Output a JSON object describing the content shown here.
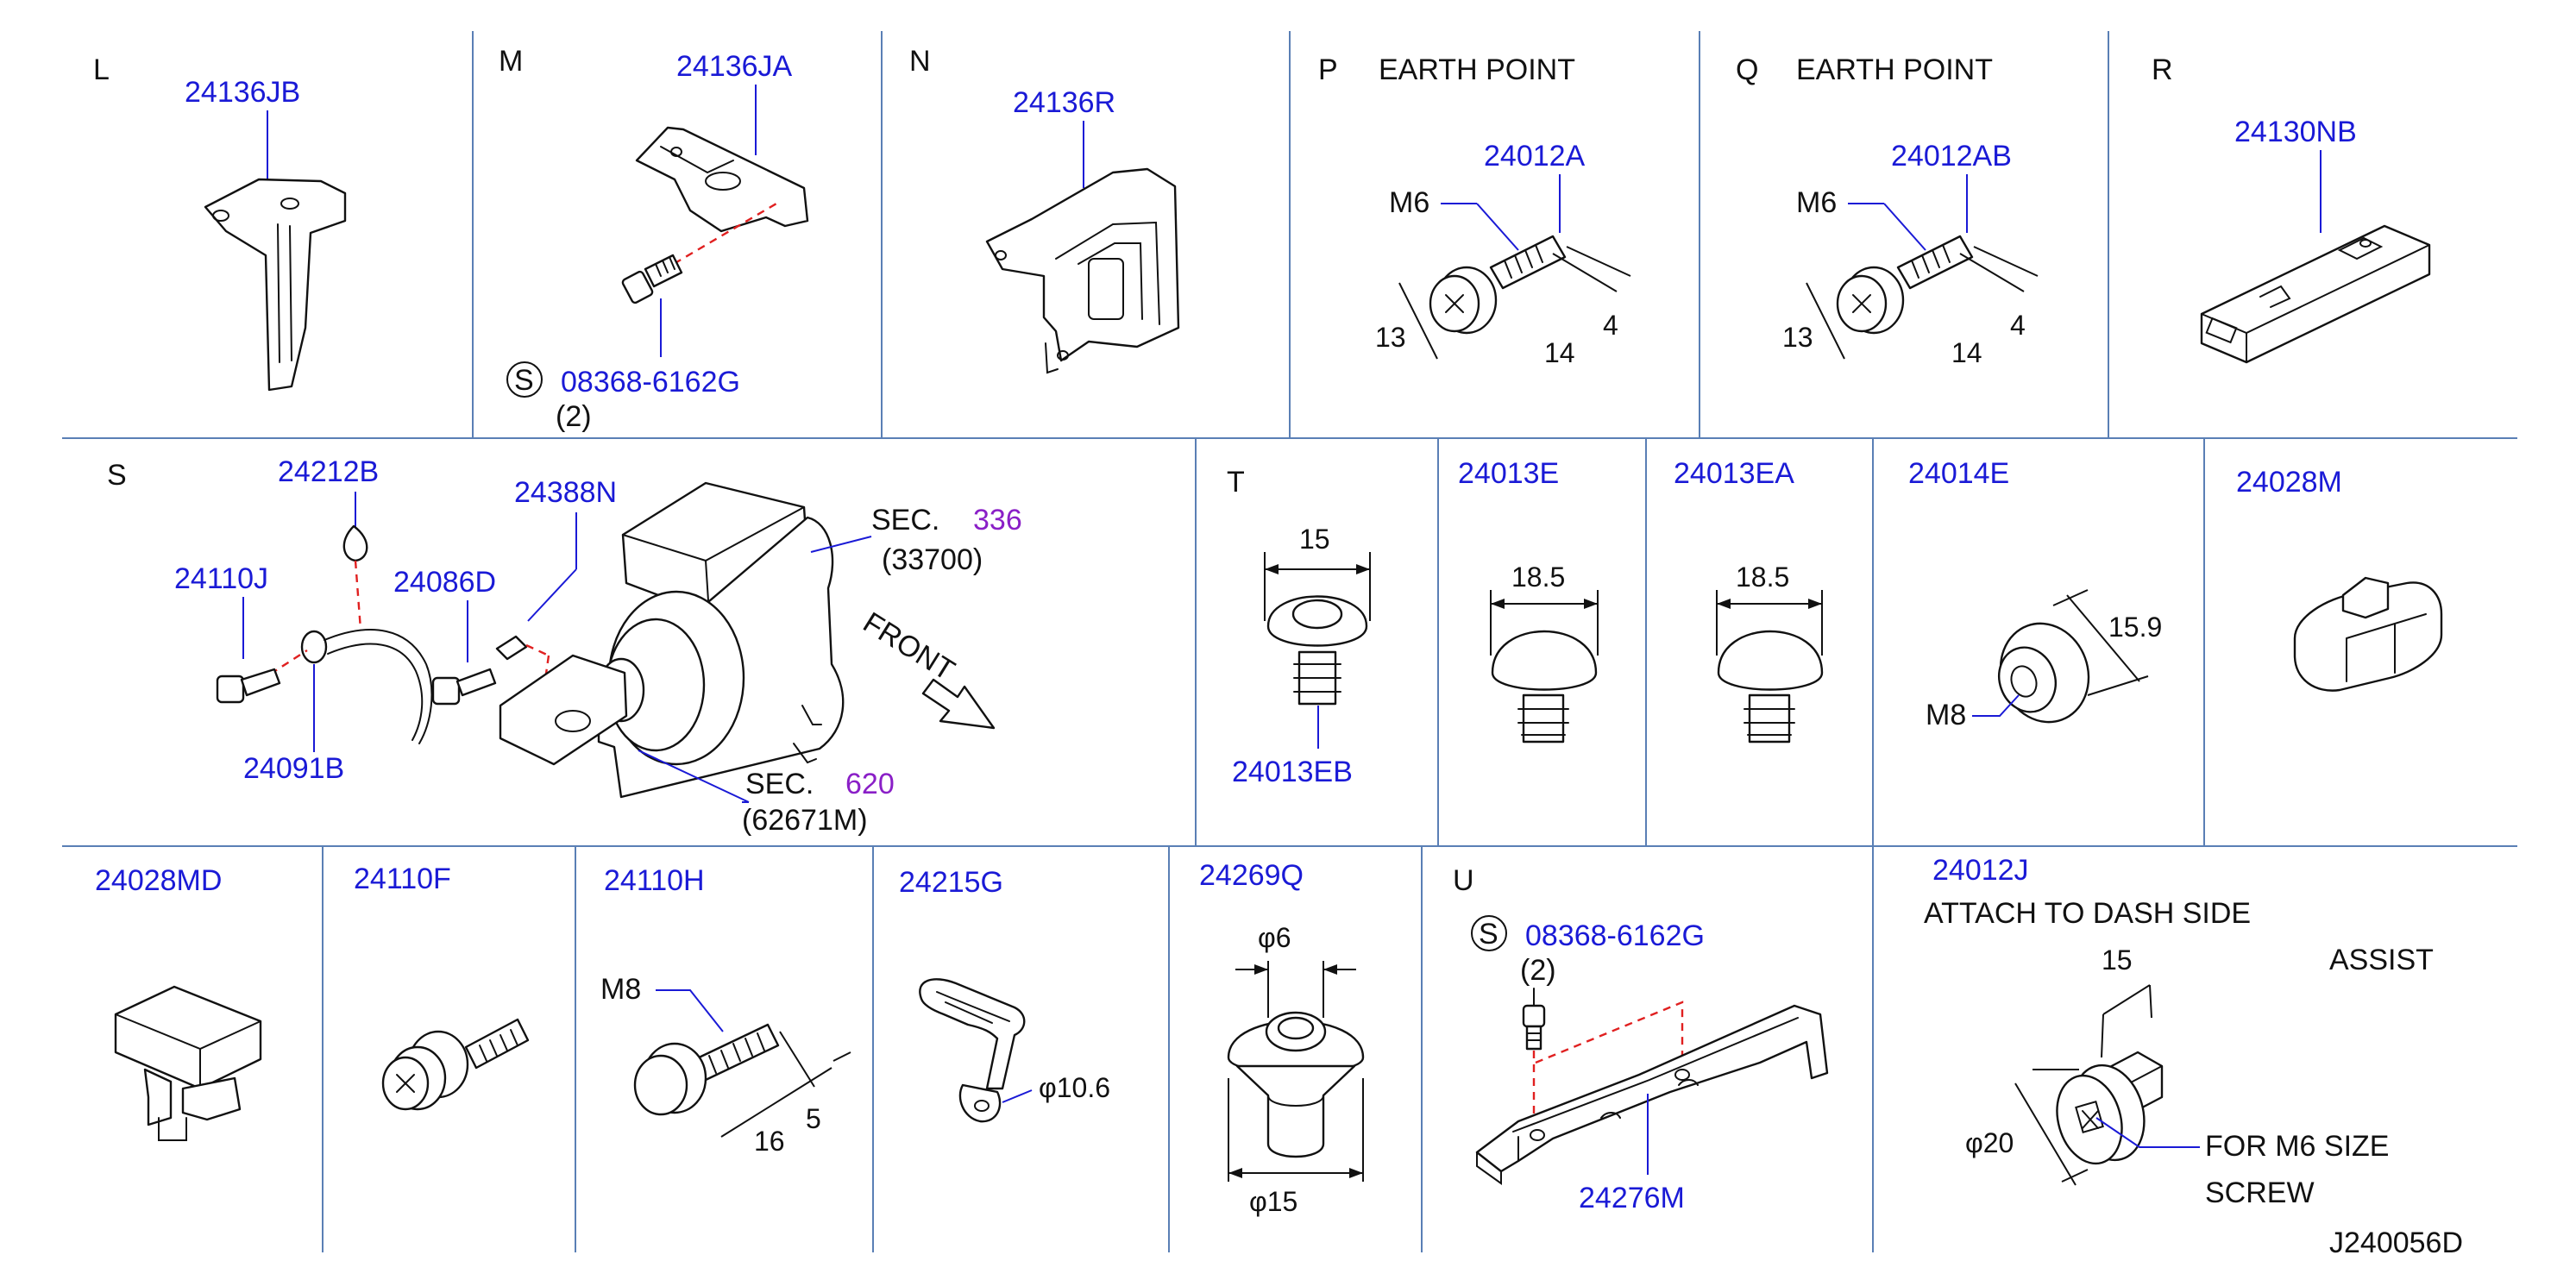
{
  "drawing_id": "J240056D",
  "sections": {
    "L": {
      "letter": "L",
      "parts": [
        "24136JB"
      ]
    },
    "M": {
      "letter": "M",
      "parts": [
        "24136JA"
      ],
      "screw": "08368-6162G",
      "qty": "(2)",
      "s_mark": "S"
    },
    "N": {
      "letter": "N",
      "parts": [
        "24136R"
      ]
    },
    "P": {
      "letter": "P",
      "title": "EARTH   POINT",
      "parts": [
        "24012A"
      ],
      "thread": "M6",
      "dims": [
        "13",
        "14",
        "4"
      ]
    },
    "Q": {
      "letter": "Q",
      "title": "EARTH   POINT",
      "parts": [
        "24012AB"
      ],
      "thread": "M6",
      "dims": [
        "13",
        "14",
        "4"
      ]
    },
    "R": {
      "letter": "R",
      "parts": [
        "24130NB"
      ]
    },
    "S": {
      "letter": "S",
      "parts": [
        "24212B",
        "24388N",
        "24110J",
        "24086D",
        "24091B"
      ],
      "sec_label": "SEC.",
      "sec1_num": "336",
      "sec1_ref": "(33700)",
      "sec2_num": "620",
      "sec2_ref": "(62671M)",
      "front": "FRONT"
    },
    "T": {
      "letter": "T",
      "parts": [
        "24013EB"
      ],
      "dims": [
        "15"
      ]
    },
    "c_24013E": {
      "parts": [
        "24013E"
      ],
      "dims": [
        "18.5"
      ]
    },
    "c_24013EA": {
      "parts": [
        "24013EA"
      ],
      "dims": [
        "18.5"
      ]
    },
    "c_24014E": {
      "parts": [
        "24014E"
      ],
      "thread": "M8",
      "dims": [
        "15.9"
      ]
    },
    "c_24028M": {
      "parts": [
        "24028M"
      ]
    },
    "c_24028MD": {
      "parts": [
        "24028MD"
      ]
    },
    "c_24110F": {
      "parts": [
        "24110F"
      ]
    },
    "c_24110H": {
      "parts": [
        "24110H"
      ],
      "thread": "M8",
      "dims": [
        "5",
        "16"
      ]
    },
    "c_24215G": {
      "parts": [
        "24215G"
      ],
      "dims": [
        "φ10.6"
      ]
    },
    "c_24269Q": {
      "parts": [
        "24269Q"
      ],
      "dims": [
        "φ6",
        "φ15"
      ]
    },
    "U": {
      "letter": "U",
      "parts": [
        "24276M"
      ],
      "screw": "08368-6162G",
      "qty": "(2)",
      "s_mark": "S"
    },
    "c_24012J": {
      "parts": [
        "24012J"
      ],
      "note_line1": "ATTACH   TO   DASH   SIDE",
      "note_line2": "ASSIST",
      "dims": [
        "15",
        "φ20"
      ],
      "screw_note_1": "FOR   M6   SIZE",
      "screw_note_2": "SCREW"
    }
  },
  "colors": {
    "part_number": "#1a1ad6",
    "section_ref": "#8a1fc7",
    "grid": "#5a7fb5",
    "centerline": "#e02020"
  }
}
